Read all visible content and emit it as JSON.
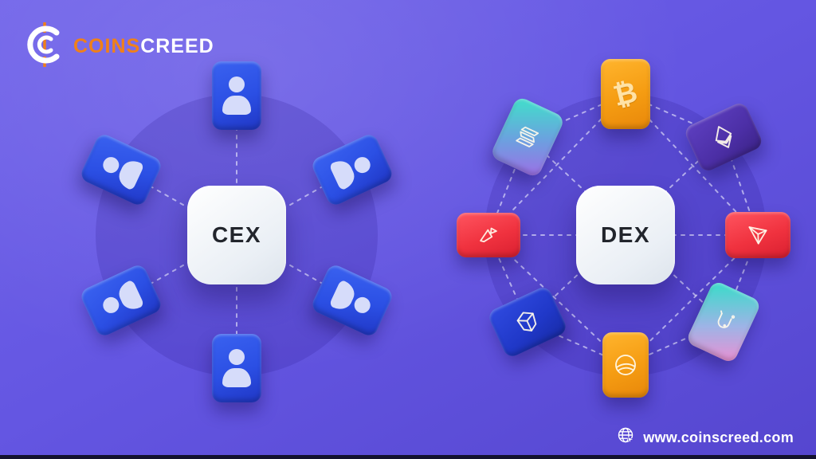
{
  "brand": {
    "coins": "COINS",
    "creed": "CREED",
    "logo_icon": "coin-c-dollar-icon"
  },
  "cex": {
    "label": "CEX",
    "description": "hub-and-spoke network of user tiles",
    "nodes": [
      "user",
      "user",
      "user",
      "user",
      "user",
      "user"
    ]
  },
  "dex": {
    "label": "DEX",
    "description": "mesh network of crypto token tiles",
    "nodes": [
      "bitcoin",
      "solana",
      "ethereum",
      "avalanche",
      "tron",
      "gem-token",
      "uniswap",
      "terra"
    ]
  },
  "footer": {
    "website": "www.coinscreed.com",
    "icon": "globe-cursor-icon"
  },
  "colors": {
    "background": "#6456e2",
    "circle_shade": "#5b4ed6",
    "card_face": "#eaeff5",
    "tile_blue": "#2b4fe4",
    "tile_orange": "#f59c12",
    "tile_red": "#f0323f",
    "tile_indigo": "#4c2fa6",
    "tile_navy": "#2038c8",
    "gradient_teal": "#46d7cd",
    "gradient_purple": "#a06ce6",
    "gradient_pink": "#ef8ed2",
    "logo_orange": "#f08019",
    "icon_tint": "#d6dcfa",
    "line_color": "#f0f0ff"
  }
}
